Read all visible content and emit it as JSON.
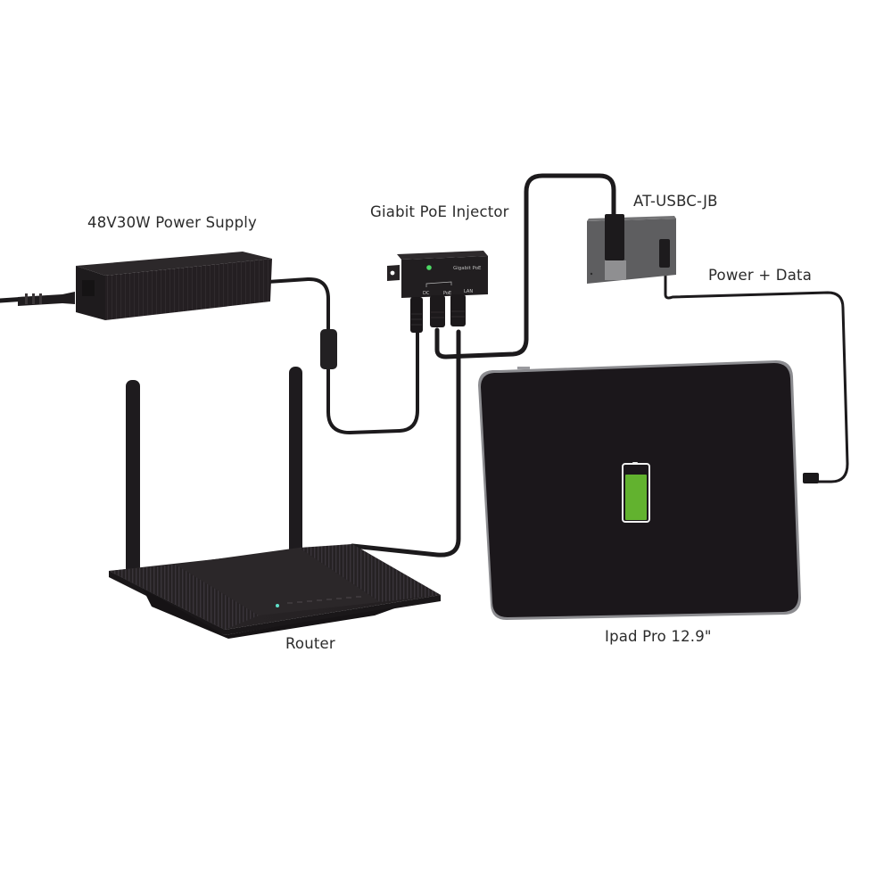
{
  "diagram": {
    "type": "connection-diagram",
    "nodes": [
      {
        "id": "power_supply",
        "label": "48V30W Power Supply"
      },
      {
        "id": "poe_injector",
        "label": "Giabit PoE Injector",
        "device_text": "Gigabit PoE",
        "ports": [
          "DC",
          "PoE",
          "LAN"
        ]
      },
      {
        "id": "adapter",
        "label": "AT-USBC-JB"
      },
      {
        "id": "router",
        "label": "Router"
      },
      {
        "id": "ipad",
        "label": "Ipad Pro 12.9\""
      }
    ],
    "edges": [
      {
        "from": "power_supply",
        "to": "poe_injector",
        "port": "DC"
      },
      {
        "from": "poe_injector",
        "to": "adapter",
        "port": "PoE"
      },
      {
        "from": "router",
        "to": "poe_injector",
        "port": "LAN"
      },
      {
        "from": "adapter",
        "to": "ipad",
        "label": "Power + Data"
      }
    ],
    "colors": {
      "background": "#ffffff",
      "device": "#231f22",
      "cable": "#1c1a1c",
      "adapter": "#5e5e60",
      "battery_fill": "#62b22f",
      "led": "#4cd964"
    },
    "battery_icon": "battery-charging-icon"
  }
}
